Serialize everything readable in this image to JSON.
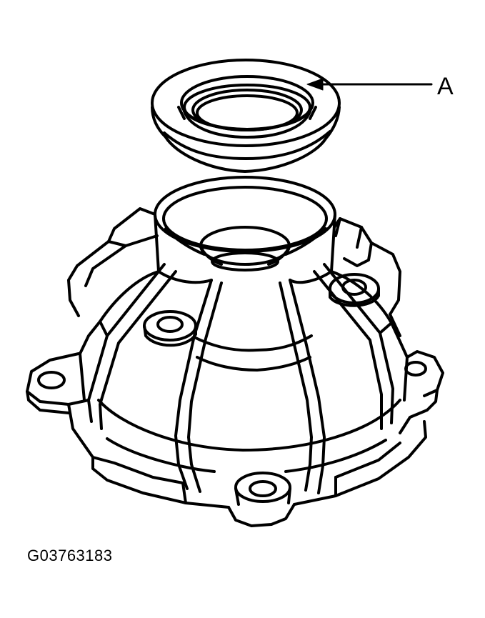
{
  "diagram": {
    "callout_label": "A",
    "figure_id": "G03763183",
    "colors": {
      "line": "#000000",
      "background": "#ffffff"
    },
    "parts": [
      "seal",
      "housing"
    ]
  }
}
